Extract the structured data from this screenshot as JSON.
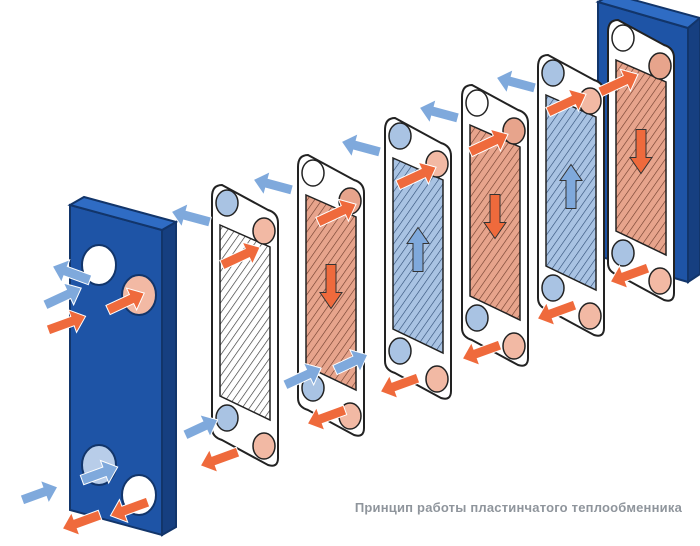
{
  "caption": "Принцип работы пластинчатого теплообменника",
  "colors": {
    "frame_blue": "#1e54a6",
    "frame_blue_dark": "#163f80",
    "hot": "#ef6a3c",
    "hot_fill": "#e7a48c",
    "cold": "#7fa9dc",
    "cold_fill": "#a9c3e3",
    "gasket": "#ffffff",
    "outline": "#222222"
  },
  "plates": [
    {
      "medium": "none",
      "flow": "none"
    },
    {
      "medium": "hot",
      "flow": "down"
    },
    {
      "medium": "cold",
      "flow": "up"
    },
    {
      "medium": "hot",
      "flow": "down"
    },
    {
      "medium": "cold",
      "flow": "up"
    },
    {
      "medium": "hot",
      "flow": "down"
    }
  ],
  "icons": {
    "hot_arrow": "arrow-icon",
    "cold_arrow": "arrow-icon"
  }
}
